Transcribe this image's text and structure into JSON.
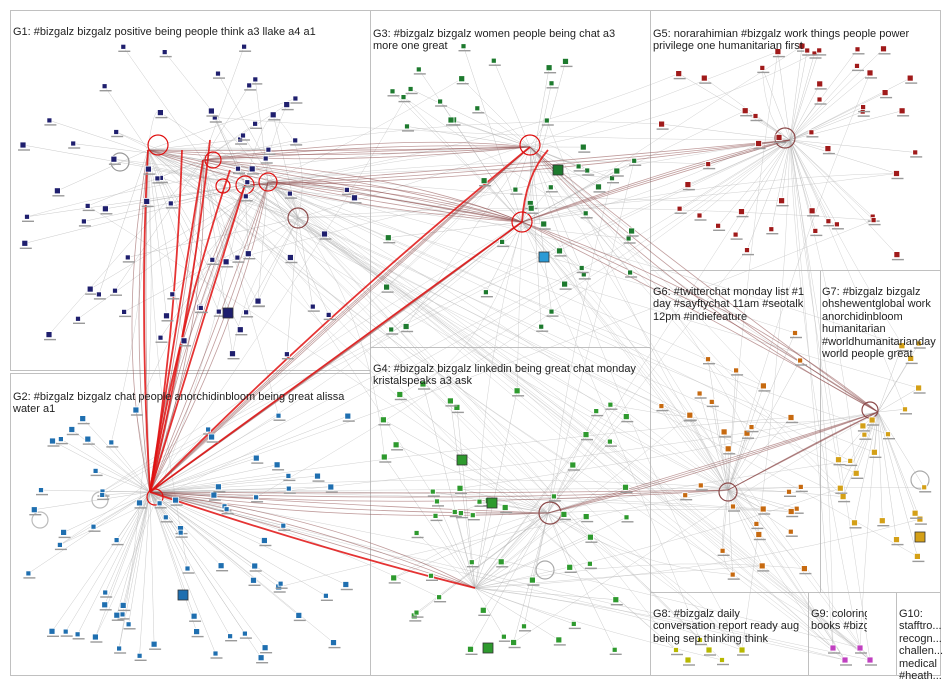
{
  "graph": {
    "type": "network",
    "subject": "#bizgalz",
    "edge_colors": {
      "light": "#b4b4b4",
      "strong": "#8c4a4a",
      "highlight": "#e01010"
    },
    "groups": [
      {
        "id": "G1",
        "title_lines": [
          "G1: #bizgalz bizgalz positive being people think a3 llake a4 a1"
        ],
        "color": "#1f1f6e"
      },
      {
        "id": "G2",
        "title_lines": [
          "G2: #bizgalz bizgalz chat people anorchidinbloom being great alissa",
          "water a1"
        ],
        "color": "#1f6fb0"
      },
      {
        "id": "G3",
        "title_lines": [
          "G3: #bizgalz bizgalz women people being chat a3",
          "more one great"
        ],
        "color": "#1d7a2e"
      },
      {
        "id": "G4",
        "title_lines": [
          "G4: #bizgalz bizgalz linkedin being great chat monday",
          "kristalspeaks a3 ask"
        ],
        "color": "#2e9a2e"
      },
      {
        "id": "G5",
        "title_lines": [
          "G5: norarahimian #bizgalz work things people power",
          "privilege one humanitarian first"
        ],
        "color": "#a01a1a"
      },
      {
        "id": "G6",
        "title_lines": [
          "G6: #twitterchat monday list #1",
          "day #sayftychat 11am #seotalk",
          "12pm #indiefeature"
        ],
        "color": "#c76a10"
      },
      {
        "id": "G7",
        "title_lines": [
          "G7: #bizgalz bizgalz",
          "ohshewentglobal work",
          "anorchidinbloom",
          "humanitarian",
          "#worldhumanitarianday",
          "world people great"
        ],
        "color": "#d4a017"
      },
      {
        "id": "G8",
        "title_lines": [
          "G8: #bizgalz daily",
          "conversation report ready aug",
          "being sep thinking think"
        ],
        "color": "#b8b800"
      },
      {
        "id": "G9",
        "title_lines": [
          "G9: coloring",
          "books #bizgalz"
        ],
        "color": "#c040c0"
      },
      {
        "id": "G10",
        "title_lines": [
          "G10:",
          "stafftro...",
          "recogn...",
          "challen...",
          "medical",
          "#heath..."
        ],
        "color": "#777777"
      }
    ]
  }
}
